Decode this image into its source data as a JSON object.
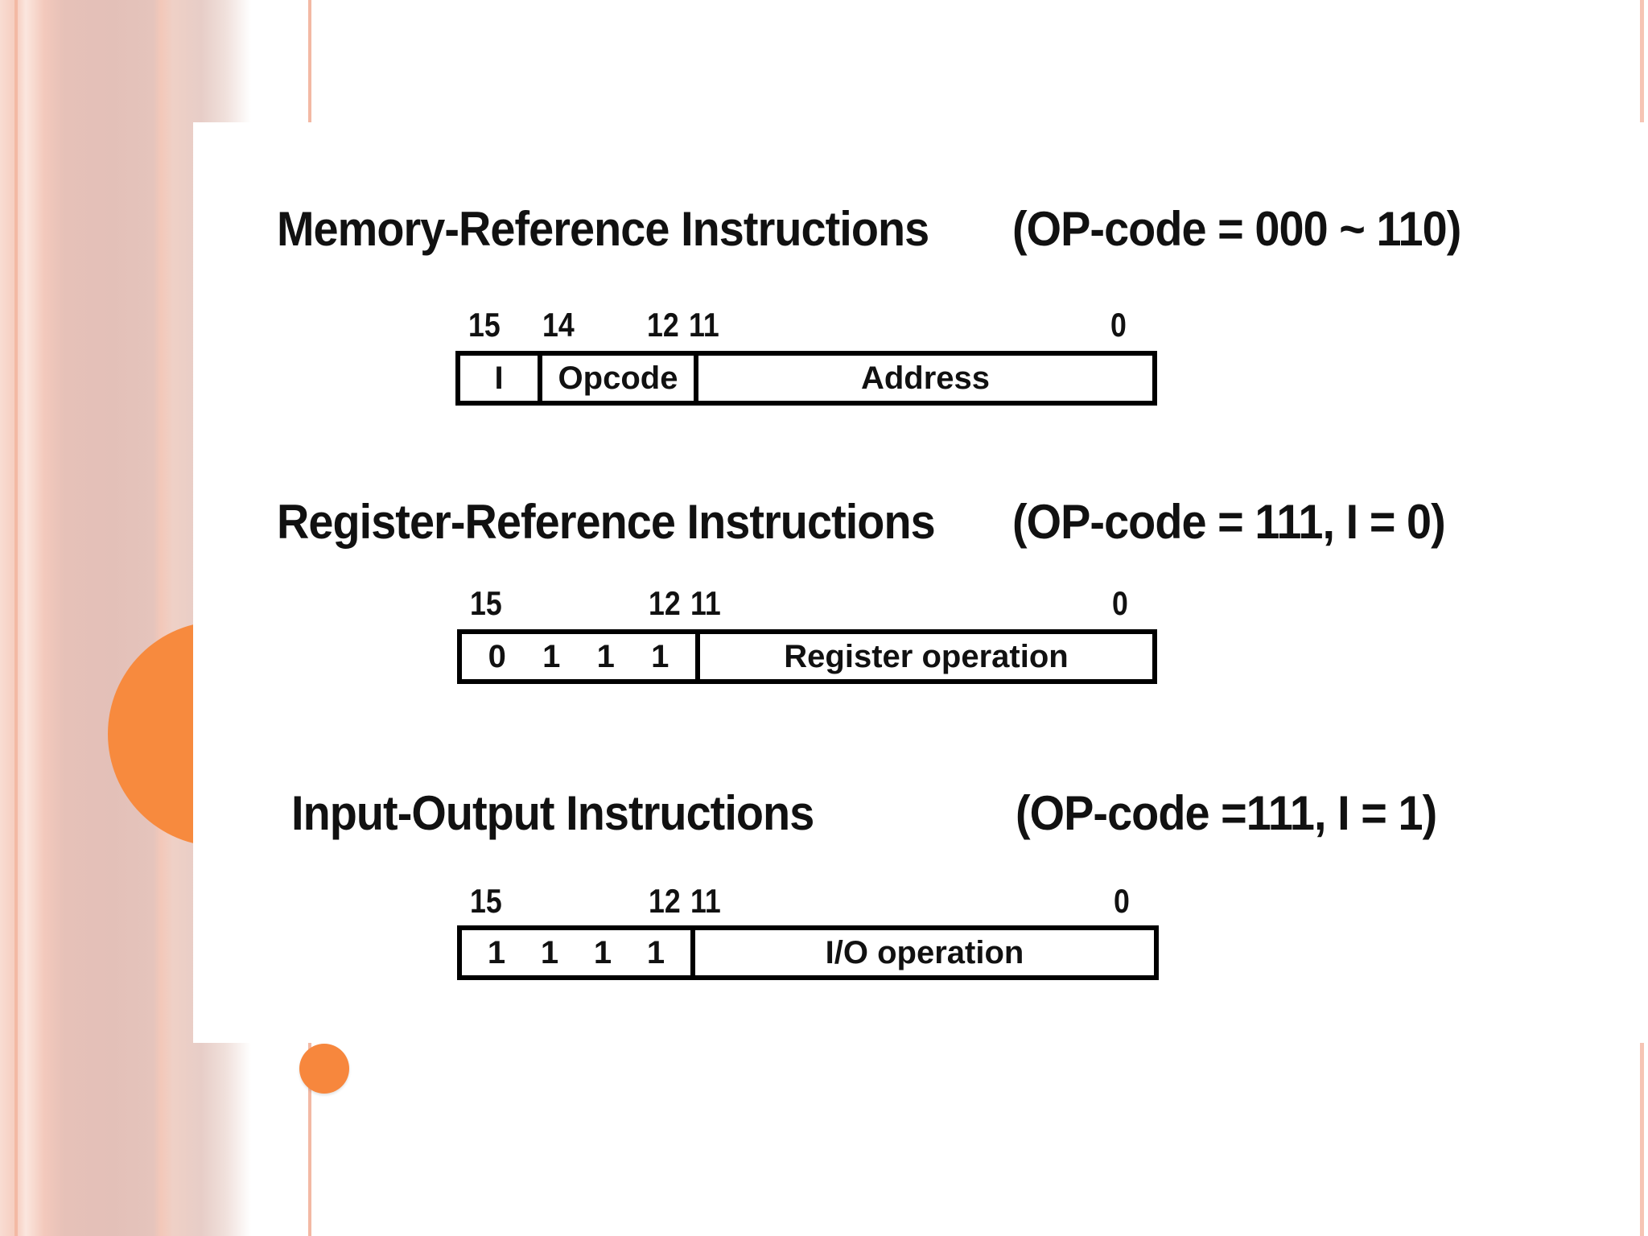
{
  "formats": [
    {
      "title": "Memory-Reference Instructions",
      "condition": "(OP-code = 000 ~ 110)",
      "bit_labels": [
        "15",
        "14",
        "12",
        "11",
        "0"
      ],
      "fields": [
        "I",
        "Opcode",
        "Address"
      ]
    },
    {
      "title": "Register-Reference Instructions",
      "condition": "(OP-code = 111, I = 0)",
      "bit_labels": [
        "15",
        "12",
        "11",
        "0"
      ],
      "fields": [
        "0",
        "1",
        "1",
        "1",
        "Register operation"
      ]
    },
    {
      "title": "Input-Output Instructions",
      "condition": "(OP-code =111, I = 1)",
      "bit_labels": [
        "15",
        "12",
        "11",
        "0"
      ],
      "fields": [
        "1",
        "1",
        "1",
        "1",
        "I/O operation"
      ]
    }
  ],
  "colors": {
    "accent_orange": "#f78a3e",
    "stripe_pink": "#e3c0b8"
  }
}
